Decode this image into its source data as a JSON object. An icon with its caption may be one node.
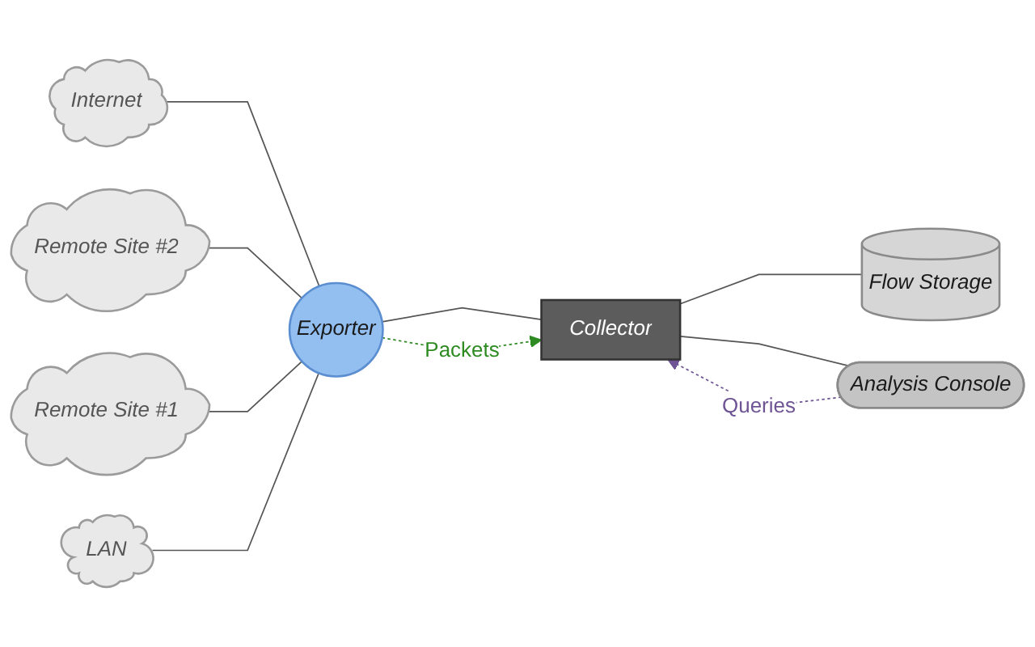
{
  "diagram": {
    "nodes": [
      {
        "text": [
          "Internet"
        ]
      },
      {
        "text": [
          "Remote Site #2"
        ]
      },
      {
        "text": [
          "Remote Site #1"
        ]
      },
      {
        "text": [
          "LAN"
        ]
      },
      {
        "text": [
          "Exporter"
        ]
      },
      {
        "text": [
          "Collector"
        ]
      },
      {
        "text": [
          "Flow Storage"
        ]
      },
      {
        "text": [
          "Analysis Console"
        ]
      }
    ],
    "edges": [
      {
        "from": 0,
        "to": 4,
        "arrow": "none"
      },
      {
        "from": 1,
        "to": 4,
        "arrow": "none"
      },
      {
        "from": 2,
        "to": 4,
        "arrow": "none"
      },
      {
        "from": 3,
        "to": 4,
        "arrow": "none"
      },
      {
        "from": 4,
        "to": 5,
        "arrow": "none"
      },
      {
        "from": 4,
        "to": 5,
        "arrow": "to",
        "label": "Packets",
        "style": "dashed",
        "color": "#2e8b22"
      },
      {
        "from": 5,
        "to": 6,
        "arrow": "none"
      },
      {
        "from": 5,
        "to": 7,
        "arrow": "none"
      },
      {
        "from": 7,
        "to": 5,
        "arrow": "to",
        "label": "Queries",
        "style": "dashed",
        "color": "#6e5494"
      }
    ]
  }
}
